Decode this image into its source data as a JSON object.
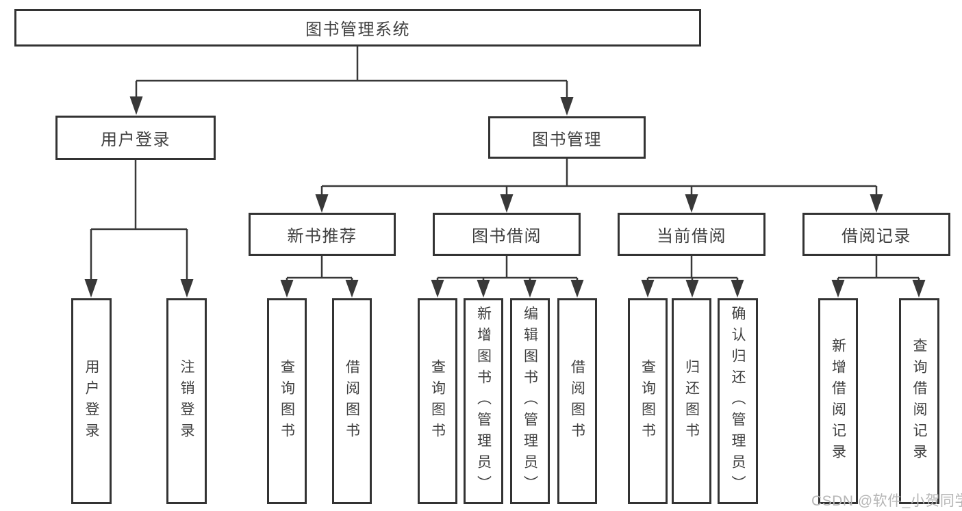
{
  "diagram": {
    "root": {
      "label": "图书管理系统"
    },
    "level1": [
      {
        "label": "用户登录",
        "children": [
          {
            "label": "用户登录"
          },
          {
            "label": "注销登录"
          }
        ]
      },
      {
        "label": "图书管理",
        "children": [
          {
            "label": "新书推荐",
            "children": [
              {
                "label": "查询图书"
              },
              {
                "label": "借阅图书"
              }
            ]
          },
          {
            "label": "图书借阅",
            "children": [
              {
                "label": "查询图书"
              },
              {
                "label": "新增图书（管理员）"
              },
              {
                "label": "编辑图书（管理员）"
              },
              {
                "label": "借阅图书"
              }
            ]
          },
          {
            "label": "当前借阅",
            "children": [
              {
                "label": "查询图书"
              },
              {
                "label": "归还图书"
              },
              {
                "label": "确认归还（管理员）"
              }
            ]
          },
          {
            "label": "借阅记录",
            "children": [
              {
                "label": "新增借阅记录"
              },
              {
                "label": "查询借阅记录"
              }
            ]
          }
        ]
      }
    ]
  },
  "watermark": {
    "text": "CSDN @软件_小贺同学"
  },
  "colors": {
    "line": "#383838",
    "border": "#333333",
    "text": "#3f3f3f",
    "watermark": "#b6b6b6",
    "background": "#ffffff"
  }
}
